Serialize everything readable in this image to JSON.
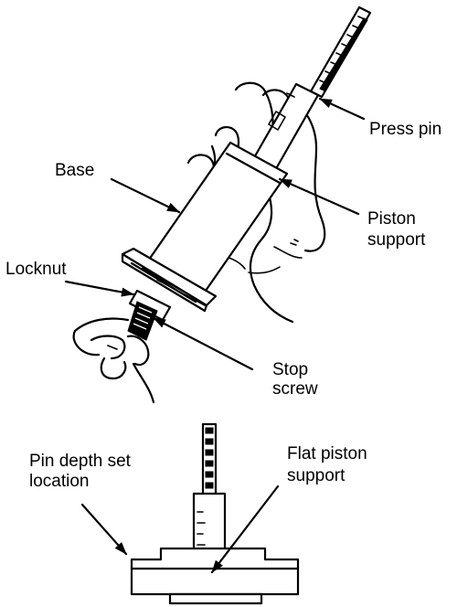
{
  "labels": {
    "press_pin": "Press pin",
    "base": "Base",
    "piston_support_1": "Piston",
    "piston_support_2": "support",
    "locknut": "Locknut",
    "stop_screw_1": "Stop",
    "stop_screw_2": "screw",
    "pin_depth_1": "Pin depth set",
    "pin_depth_2": "location",
    "flat_piston_1": "Flat piston",
    "flat_piston_2": "support"
  },
  "colors": {
    "ink": "#000000",
    "paper": "#ffffff"
  }
}
